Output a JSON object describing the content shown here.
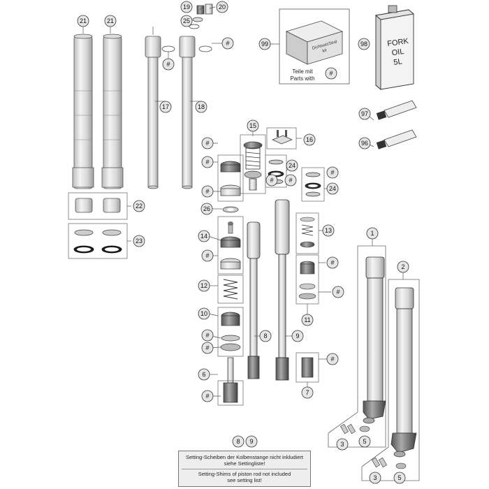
{
  "callouts": {
    "c21a": "21",
    "c21b": "21",
    "c19": "19",
    "c20": "20",
    "c25": "25",
    "c17": "17",
    "c18": "18",
    "c99": "99",
    "c98": "98",
    "c97": "97",
    "c96": "96",
    "c15": "15",
    "c16": "16",
    "c24a": "24",
    "c24b": "24",
    "c22": "22",
    "c23": "23",
    "c26": "26",
    "c14": "14",
    "c13": "13",
    "c12": "12",
    "c10": "10",
    "c11": "11",
    "c8": "8",
    "c9": "9",
    "c6": "6",
    "c7": "7",
    "c1": "1",
    "c2": "2",
    "c3a": "3",
    "c5a": "5",
    "c3b": "3",
    "c5b": "5",
    "n8": "8",
    "n9": "9"
  },
  "hash": "#",
  "box99": {
    "line1": "Teile mit",
    "line2": "Parts with"
  },
  "can": {
    "line1": "FORK",
    "line2": "OIL",
    "line3": "5L"
  },
  "seal_box": {
    "line1": "DichtsatzSeal",
    "line2": "kit"
  },
  "note": {
    "de1": "Setting-Scheiben der Kolbenstange nicht inkludiert",
    "de2": "siehe Settingliste!",
    "en1": "Setting-Shims of piston rod not included",
    "en2": "see setting list!"
  }
}
